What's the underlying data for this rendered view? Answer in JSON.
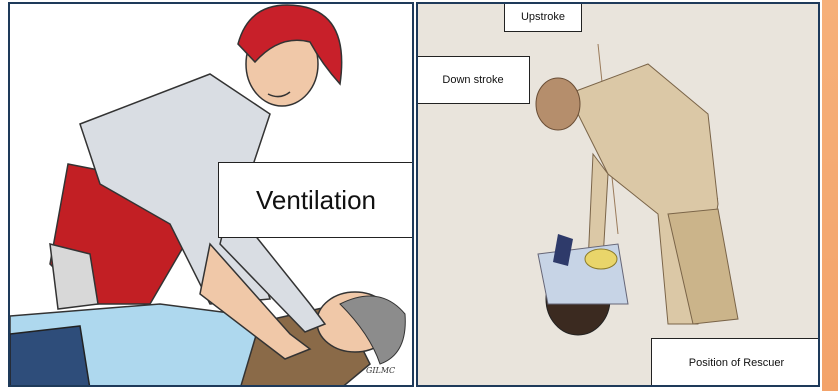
{
  "left_panel": {
    "label": "Ventilation",
    "signature": "GILMC"
  },
  "right_panel": {
    "label_upstroke": "Upstroke",
    "label_downstroke": "Down stroke",
    "label_position": "Position of Rescuer"
  },
  "colors": {
    "frame": "#1e3a5a",
    "accent_stripe": "#f6b07a",
    "rescuer_hair": "#c8202a",
    "rescuer_trousers": "#c21f24",
    "rescuer_shirt": "#d9dde3",
    "patient_shirt": "#aed8ee",
    "patient_jacket": "#8a6a48",
    "photo_background": "#e9e4dc"
  }
}
